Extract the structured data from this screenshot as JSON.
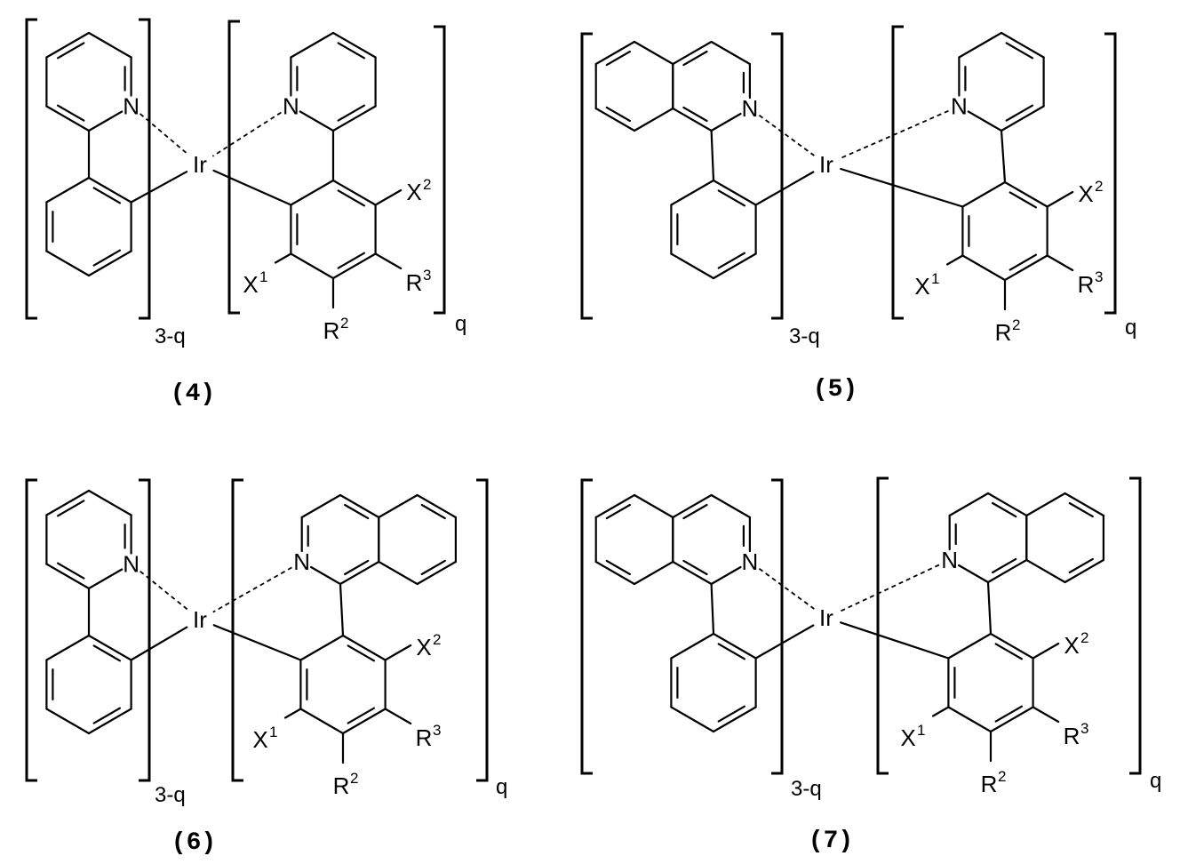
{
  "compounds": [
    {
      "number": "(4)",
      "metal": "Ir",
      "ligand_a": {
        "nitrogen": "N",
        "count_subscript": "3-q"
      },
      "ligand_b": {
        "nitrogen": "N",
        "count_subscript": "q"
      },
      "substituents": {
        "x1": {
          "symbol": "X",
          "index": "1"
        },
        "x2": {
          "symbol": "X",
          "index": "2"
        },
        "r2": {
          "symbol": "R",
          "index": "2"
        },
        "r3": {
          "symbol": "R",
          "index": "3"
        }
      }
    },
    {
      "number": "(5)",
      "metal": "Ir",
      "ligand_a": {
        "nitrogen": "N",
        "count_subscript": "3-q"
      },
      "ligand_b": {
        "nitrogen": "N",
        "count_subscript": "q"
      },
      "substituents": {
        "x1": {
          "symbol": "X",
          "index": "1"
        },
        "x2": {
          "symbol": "X",
          "index": "2"
        },
        "r2": {
          "symbol": "R",
          "index": "2"
        },
        "r3": {
          "symbol": "R",
          "index": "3"
        }
      }
    },
    {
      "number": "(6)",
      "metal": "Ir",
      "ligand_a": {
        "nitrogen": "N",
        "count_subscript": "3-q"
      },
      "ligand_b": {
        "nitrogen": "N",
        "count_subscript": "q"
      },
      "substituents": {
        "x1": {
          "symbol": "X",
          "index": "1"
        },
        "x2": {
          "symbol": "X",
          "index": "2"
        },
        "r2": {
          "symbol": "R",
          "index": "2"
        },
        "r3": {
          "symbol": "R",
          "index": "3"
        }
      }
    },
    {
      "number": "(7)",
      "metal": "Ir",
      "ligand_a": {
        "nitrogen": "N",
        "count_subscript": "3-q"
      },
      "ligand_b": {
        "nitrogen": "N",
        "count_subscript": "q"
      },
      "substituents": {
        "x1": {
          "symbol": "X",
          "index": "1"
        },
        "x2": {
          "symbol": "X",
          "index": "2"
        },
        "r2": {
          "symbol": "R",
          "index": "2"
        },
        "r3": {
          "symbol": "R",
          "index": "3"
        }
      }
    }
  ]
}
